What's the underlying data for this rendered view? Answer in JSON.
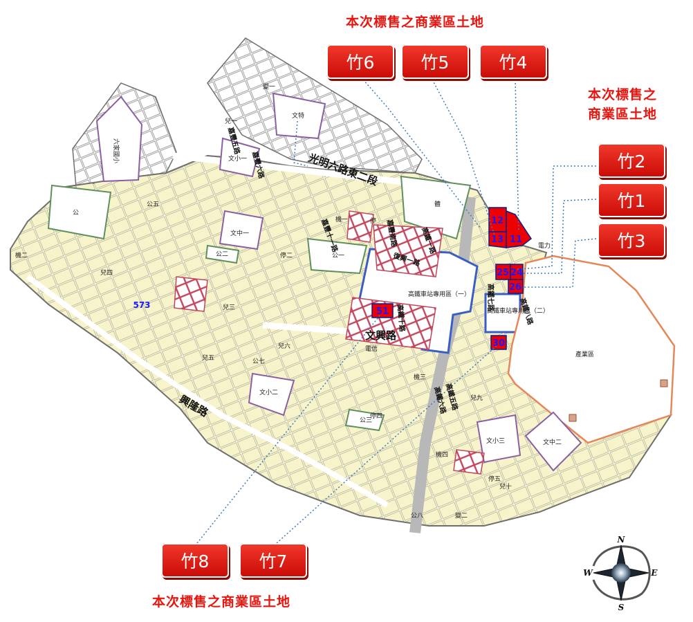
{
  "headings": {
    "top": "本次標售之商業區土地",
    "right_line1": "本次標售之",
    "right_line2": "商業區土地",
    "bottom": "本次標售之商業區土地"
  },
  "lots": [
    {
      "id": "bamboo-6",
      "label": "竹6",
      "parcel": "12"
    },
    {
      "id": "bamboo-5",
      "label": "竹5",
      "parcel": "13"
    },
    {
      "id": "bamboo-4",
      "label": "竹4",
      "parcel": "11"
    },
    {
      "id": "bamboo-2",
      "label": "竹2",
      "parcel": "25"
    },
    {
      "id": "bamboo-1",
      "label": "竹1",
      "parcel": "24"
    },
    {
      "id": "bamboo-3",
      "label": "竹3",
      "parcel": "26"
    },
    {
      "id": "bamboo-8",
      "label": "竹8",
      "parcel": "51"
    },
    {
      "id": "bamboo-7",
      "label": "竹7",
      "parcel": "30"
    }
  ],
  "roads": {
    "guangming": "光明六路東二段",
    "wenxing": "文興路",
    "xinglong": "興隆路",
    "jiafeng_5": "嘉豐五路",
    "jiafeng_6": "嘉豐六路",
    "jiafeng_11": "嘉豐十一路",
    "jiafeng_south": "嘉豐南路",
    "gaotie_6": "高鐵六路",
    "gaotie_7": "高鐵七路",
    "gaotie_8": "高鐵八路",
    "gaotie_1": "高鐵一路",
    "gaotie_5": "高鐵五路",
    "gaotie_10": "高鐵十路",
    "fuxing_1": "復興一路",
    "parcel_number": "573"
  },
  "zones": {
    "hsr_special_1": "高鐵車站專用區（一）",
    "hsr_special_2": "高鐵車站專用區（二）",
    "industrial": "產業區",
    "gym": "體",
    "wen_te": "文特",
    "wen_xiao_1": "文小一",
    "wen_zhong_1": "文中一",
    "wen_xiao_2": "文小二",
    "wen_xiao_3": "文小三",
    "wen_zhong_2": "文中二",
    "liujia_school": "六家國小",
    "park": "公",
    "park_1": "公一",
    "park_2": "公二",
    "park_3": "公三",
    "park_5": "公五",
    "park_7": "公七",
    "park_8": "公八",
    "ting_1": "停",
    "ting_2": "停二",
    "ting_4": "停四",
    "ting_5": "停五",
    "ji_1": "機一",
    "ji_2": "機二",
    "ji_3": "機三",
    "ji_4": "機四",
    "er_1": "兒一",
    "er_3": "兒三",
    "er_4": "兒四",
    "er_5": "兒五",
    "er_6": "兒六",
    "er_9": "兒九",
    "er_10": "兒十",
    "dian_xin": "電信",
    "bian_1": "變一",
    "bian_2": "變二",
    "dian_li": "電力"
  },
  "compass": {
    "n": "N",
    "s": "S",
    "e": "E",
    "w": "W"
  },
  "colors": {
    "accent": "#e8140e",
    "lot_fill": "#ee0000",
    "road_yellow": "#f6f3c9",
    "zone_purple": "#8a5fa3",
    "hsr_blue": "#3a5fc4",
    "industrial": "#e5875a",
    "leader": "#3c7bbf"
  }
}
